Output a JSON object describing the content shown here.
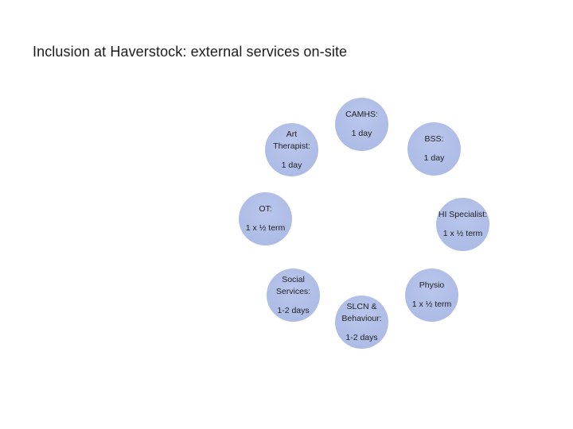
{
  "slide": {
    "title": "Inclusion at Haverstock: external services on-site"
  },
  "colors": {
    "background": "#ffffff",
    "title_text": "#1c1c1c",
    "bubble_fill": "#aebde6",
    "bubble_text": "#1f1f1f"
  },
  "diagram": {
    "type": "circular-arrangement",
    "bubbles": [
      {
        "id": "camhs",
        "name": "CAMHS:",
        "duration": "1 day"
      },
      {
        "id": "art-therapist",
        "name": "Art Therapist:",
        "duration": "1 day"
      },
      {
        "id": "bss",
        "name": "BSS:",
        "duration": "1 day"
      },
      {
        "id": "ot",
        "name": "OT:",
        "duration": "1 x ½ term"
      },
      {
        "id": "hi-specialist",
        "name": "HI Specialist:",
        "duration": "1 x ½ term"
      },
      {
        "id": "social-services",
        "name": "Social Services:",
        "duration": "1-2 days"
      },
      {
        "id": "physio",
        "name": "Physio",
        "duration": "1 x ½ term"
      },
      {
        "id": "slcn-behaviour",
        "name": "SLCN & Behaviour:",
        "duration": "1-2 days"
      }
    ]
  }
}
